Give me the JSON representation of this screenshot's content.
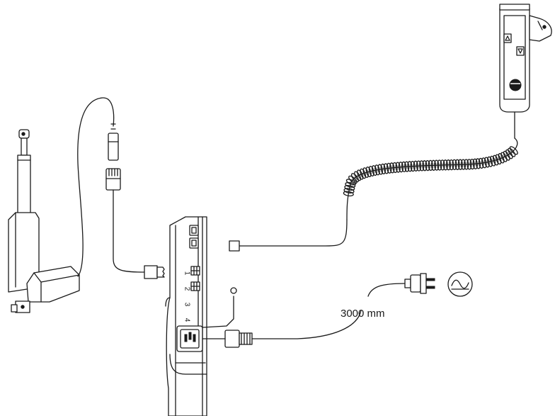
{
  "cable": {
    "length_label": "3000 mm"
  },
  "control_box": {
    "ports": [
      "1",
      "2",
      "3",
      "4"
    ]
  },
  "icons": {
    "ac_power": "ac-sine-wave-icon",
    "actuator": "linear-actuator-icon",
    "handset": "hand-control-icon",
    "mains_plug": "mains-plug-icon",
    "control_box": "control-box-icon"
  },
  "colors": {
    "line": "#1a1a1a",
    "background": "#ffffff"
  }
}
